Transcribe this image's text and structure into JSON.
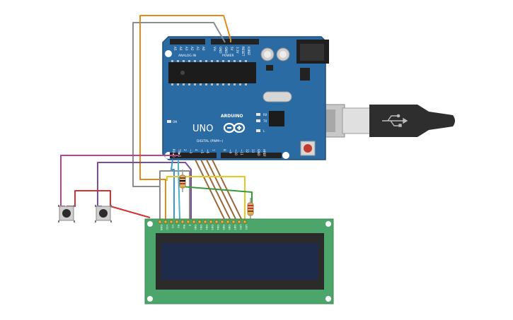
{
  "board": {
    "brand": "ARDUINO",
    "model": "UNO",
    "power_header": "POWER",
    "analog_header": "ANALOG IN",
    "digital_header": "DIGITAL (PWM~)",
    "ioref": "IOREF",
    "reset": "RESET",
    "v33": "3.3V",
    "v5": "5V",
    "gnd": "GND",
    "vin": "Vin",
    "a0": "A0",
    "a1": "A1",
    "a2": "A2",
    "a3": "A3",
    "a4": "A4",
    "a5": "A5",
    "on_led": "ON",
    "tx_led": "TX",
    "rx_led": "RX",
    "l_led": "L",
    "aref": "AREF",
    "d13": "13",
    "d12": "12",
    "d11": "~11",
    "d10": "~10",
    "d9": "~9",
    "d8": "8",
    "d7": "7",
    "d6": "~6",
    "d5": "~5",
    "d4": "4",
    "d3": "~3",
    "d2": "2",
    "tx1": "TX▶1",
    "rx0": "RX◀0",
    "colors": {
      "pcb": "#2a6ba3",
      "pcb_edge": "#1e4f7e",
      "header": "#222222",
      "chip": "#1c1c1c"
    }
  },
  "lcd": {
    "pins": [
      "GND",
      "VCC",
      "V0",
      "RS",
      "RW",
      "E",
      "DB0",
      "DB1",
      "DB2",
      "DB3",
      "DB4",
      "DB5",
      "DB6",
      "DB7",
      "LED",
      "LED"
    ],
    "colors": {
      "pcb": "#4ca56a",
      "bezel": "#2b2b2b",
      "screen": "#1e2b4a"
    }
  },
  "usb": {
    "symbol": "usb-icon"
  },
  "wires": {
    "orange": "#e38a1a",
    "gray": "#8c8c8c",
    "magenta": "#b8458c",
    "purple": "#7b4c9e",
    "red": "#d43232",
    "brown": "#9a6a3e",
    "yellow": "#e8c820",
    "green": "#3a9a3a",
    "cyan": "#3a9ac8"
  }
}
